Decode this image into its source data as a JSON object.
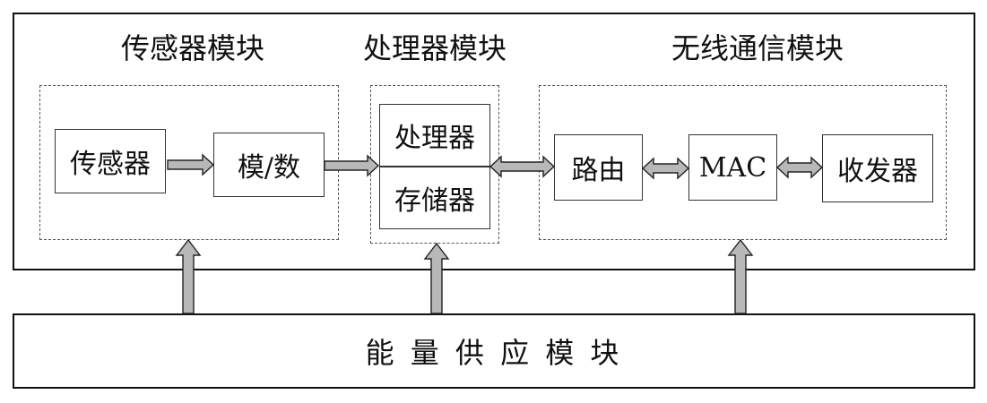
{
  "sensor_module": {
    "title": "传感器模块",
    "sensor_label": "传感器",
    "adc_label": "模/数"
  },
  "processor_module": {
    "title": "处理器模块",
    "processor_label": "处理器",
    "storage_label": "存储器"
  },
  "wireless_module": {
    "title": "无线通信模块",
    "routing_label": "路由",
    "mac_label": "MAC",
    "transceiver_label": "收发器"
  },
  "power_module": {
    "label": "能 量 供 应 模 块"
  },
  "colors": {
    "line": "#111111",
    "arrow_fill": "#b8b8b8",
    "dash": "#555555"
  }
}
